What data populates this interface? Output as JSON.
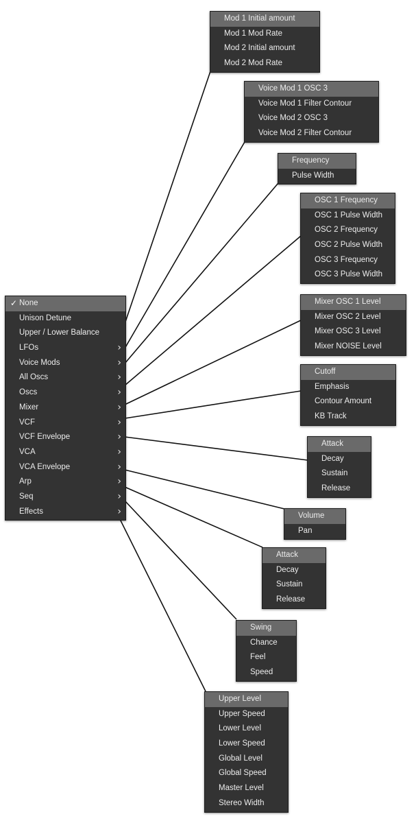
{
  "main_menu": {
    "checkmark": "✓",
    "items": [
      {
        "label": "None",
        "checked": true,
        "submenu": false
      },
      {
        "label": "Unison Detune",
        "submenu": false
      },
      {
        "label": "Upper / Lower Balance",
        "submenu": false
      },
      {
        "label": "LFOs",
        "submenu": true
      },
      {
        "label": "Voice Mods",
        "submenu": true
      },
      {
        "label": "All Oscs",
        "submenu": true
      },
      {
        "label": "Oscs",
        "submenu": true
      },
      {
        "label": "Mixer",
        "submenu": true
      },
      {
        "label": "VCF",
        "submenu": true
      },
      {
        "label": "VCF Envelope",
        "submenu": true
      },
      {
        "label": "VCA",
        "submenu": true
      },
      {
        "label": "VCA Envelope",
        "submenu": true
      },
      {
        "label": "Arp",
        "submenu": true
      },
      {
        "label": "Seq",
        "submenu": true
      },
      {
        "label": "Effects",
        "submenu": true
      }
    ],
    "submenu_arrow": "›"
  },
  "submenus": {
    "lfos": [
      "Mod 1 Initial amount",
      "Mod 1 Mod Rate",
      "Mod 2 Initial amount",
      "Mod 2 Mod Rate"
    ],
    "voice_mods": [
      "Voice Mod 1 OSC 3",
      "Voice Mod 1 Filter Contour",
      "Voice Mod 2 OSC 3",
      "Voice Mod 2 Filter Contour"
    ],
    "all_oscs": [
      "Frequency",
      "Pulse Width"
    ],
    "oscs": [
      "OSC 1 Frequency",
      "OSC 1 Pulse Width",
      "OSC 2 Frequency",
      "OSC 2 Pulse Width",
      "OSC 3 Frequency",
      "OSC 3 Pulse Width"
    ],
    "mixer": [
      "Mixer OSC 1 Level",
      "Mixer OSC 2 Level",
      "Mixer OSC 3 Level",
      "Mixer NOISE Level"
    ],
    "vcf": [
      "Cutoff",
      "Emphasis",
      "Contour Amount",
      "KB Track"
    ],
    "vcf_envelope": [
      "Attack",
      "Decay",
      "Sustain",
      "Release"
    ],
    "vca": [
      "Volume",
      "Pan"
    ],
    "vca_envelope": [
      "Attack",
      "Decay",
      "Sustain",
      "Release"
    ],
    "arp": [
      "Swing",
      "Chance",
      "Feel",
      "Speed"
    ],
    "effects": [
      "Upper Level",
      "Upper Speed",
      "Lower Level",
      "Lower Speed",
      "Global Level",
      "Global Speed",
      "Master Level",
      "Stereo Width"
    ]
  },
  "colors": {
    "menu_bg": "#333333",
    "highlight_bg": "#6a6a6a",
    "text": "#ececec",
    "connector": "#111111"
  }
}
